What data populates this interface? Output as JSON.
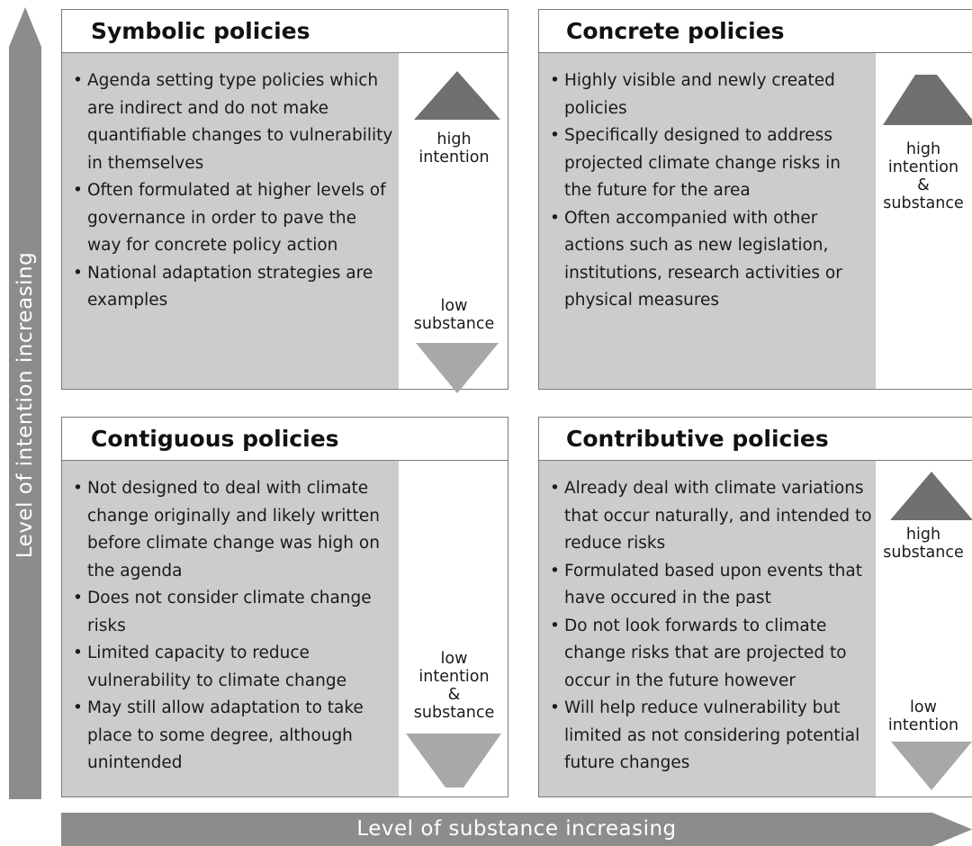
{
  "axes": {
    "y_label": "Level of intention increasing",
    "x_label": "Level of substance increasing"
  },
  "quadrants": {
    "symbolic": {
      "title": "Symbolic policies",
      "bullets": [
        "Agenda setting type policies which are indirect and do not make quantifiable changes to vulnerability in themselves",
        "Often formulated at higher levels of governance in order to pave the way for concrete policy action",
        "National adaptation strategies are examples"
      ],
      "indicator_top": [
        "high",
        "intention"
      ],
      "indicator_bottom": [
        "low",
        "substance"
      ]
    },
    "concrete": {
      "title": "Concrete policies",
      "bullets": [
        "Highly visible and newly created policies",
        "Specifically designed to address projected climate change risks in the future for the area",
        "Often accompanied with other actions such as new legislation, institutions, research activities or physical measures"
      ],
      "indicator_top": [
        "high",
        "intention",
        "&",
        "substance"
      ]
    },
    "contiguous": {
      "title": "Contiguous policies",
      "bullets": [
        "Not designed to deal with climate change originally and likely written before climate change was high on the agenda",
        "Does not consider climate change risks",
        "Limited capacity to reduce vulnerability to climate change",
        "May still allow adaptation to take place to some degree, although unintended"
      ],
      "indicator_bottom": [
        "low",
        "intention",
        "&",
        "substance"
      ]
    },
    "contributive": {
      "title": "Contributive policies",
      "bullets": [
        "Already deal with climate variations that occur naturally, and intended to reduce risks",
        "Formulated based upon events that have occured in the past",
        "Do not look forwards to climate change risks that are projected to occur in the future however",
        "Will help reduce vulnerability but limited as not considering potential future changes"
      ],
      "indicator_top": [
        "high",
        "substance"
      ],
      "indicator_bottom": [
        "low",
        "intention"
      ]
    }
  },
  "colors": {
    "dark_triangle": "#707070",
    "light_triangle": "#a8a8a8",
    "shade": "#cccccc",
    "axis_arrow": "#8c8c8c"
  }
}
